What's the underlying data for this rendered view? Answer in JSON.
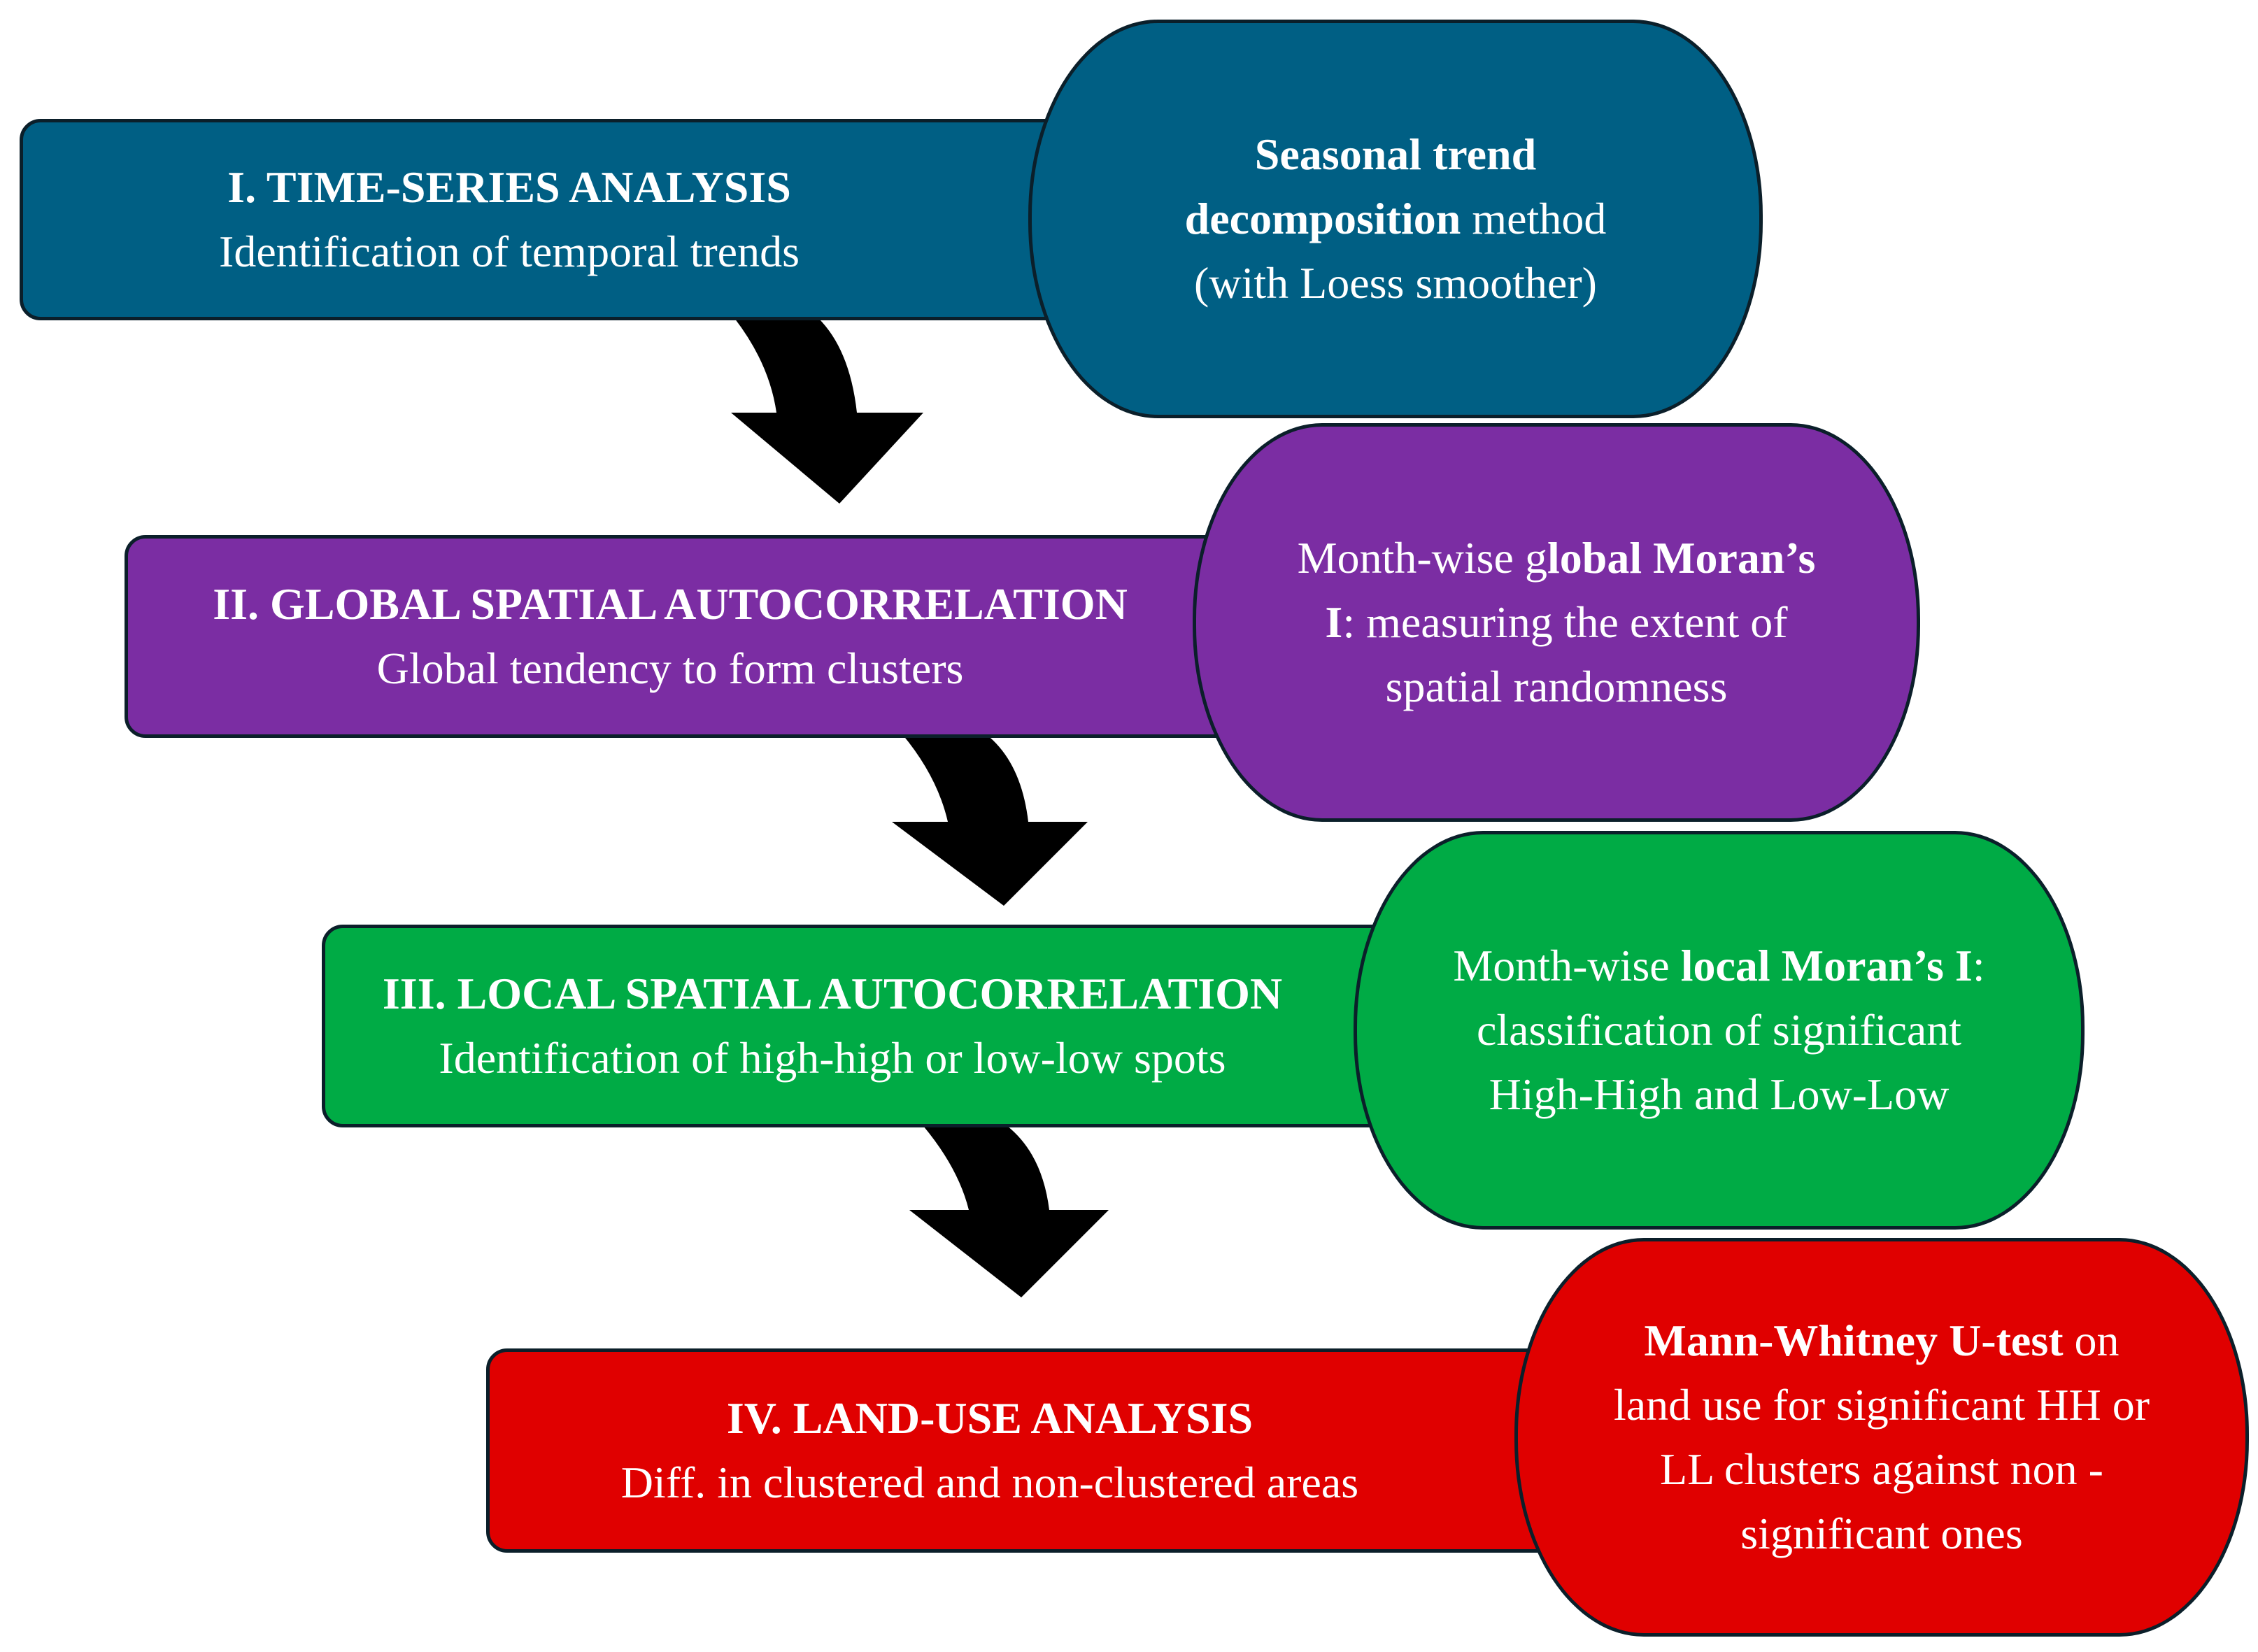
{
  "colors": {
    "step1": "#005f84",
    "step2": "#7b2da3",
    "step3": "#00ab45",
    "step4": "#e00000",
    "arrow": "#000000",
    "outline": "#0b1f2a"
  },
  "steps": [
    {
      "title": "I. TIME-SERIES ANALYSIS",
      "subtitle": "Identification of temporal trends",
      "method": {
        "line1_bold": "Seasonal trend",
        "line2_bold": "decomposition",
        "line2_rest": " method",
        "line3": "(with Loess smoother)"
      }
    },
    {
      "title": "II. GLOBAL SPATIAL AUTOCORRELATION",
      "subtitle": "Global tendency to form clusters",
      "method": {
        "line1_pre": "Month-wise g",
        "line1_bold": "lobal Moran’s",
        "line2_bold": "I",
        "line2_rest": ": measuring the extent of",
        "line3": "spatial randomness"
      }
    },
    {
      "title": "III. LOCAL SPATIAL AUTOCORRELATION",
      "subtitle": "Identification of high-high or low-low spots",
      "method": {
        "line1_pre": "Month-wise ",
        "line1_bold": "local Moran’s I",
        "line1_post": ":",
        "line2": "classification of significant",
        "line3": "High-High and Low-Low"
      }
    },
    {
      "title": "IV. LAND-USE ANALYSIS",
      "subtitle": "Diff. in clustered and non-clustered areas",
      "method": {
        "line1_bold": "Mann-Whitney U-test",
        "line1_rest": " on",
        "line2": "land use for significant HH or",
        "line3": "LL clusters against non -",
        "line4": "significant ones"
      }
    }
  ]
}
